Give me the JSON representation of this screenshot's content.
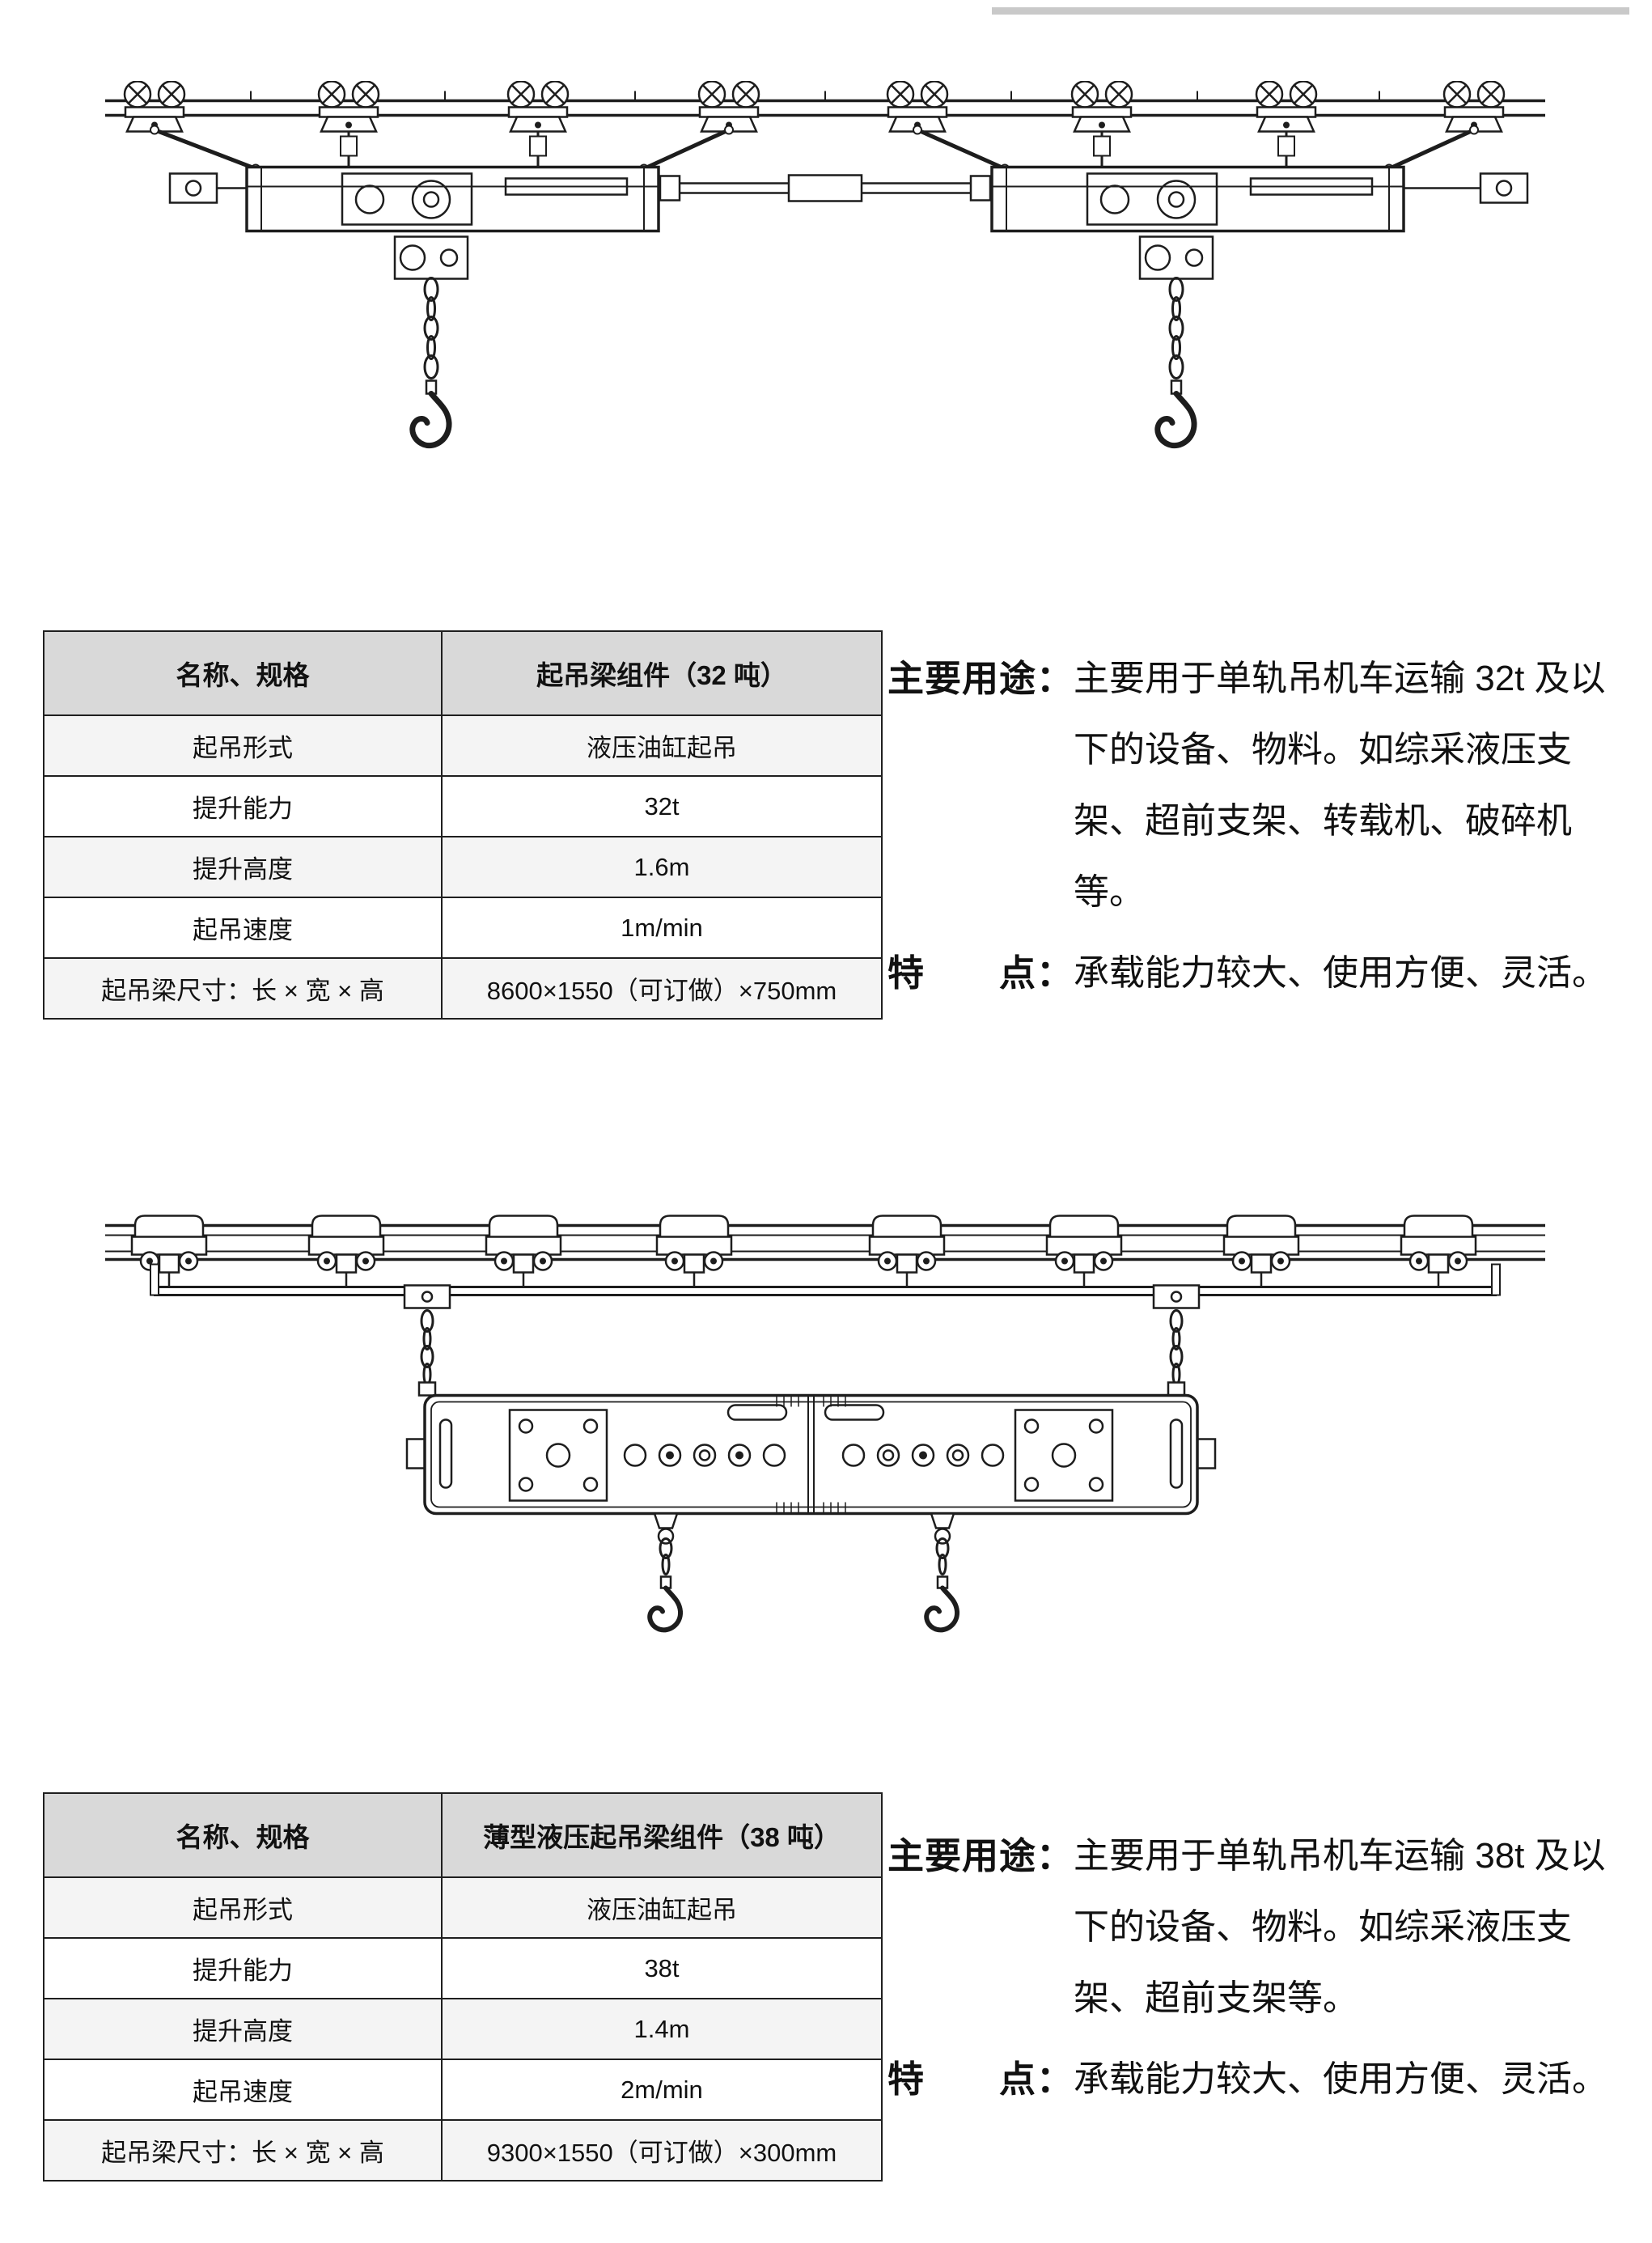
{
  "colors": {
    "table_header_bg": "#d9d9d9",
    "row_alt_bg": "#f4f4f4",
    "table_border": "#1f1f1f",
    "text": "#111111",
    "top_rule": "#c9c9c9",
    "line_art": "#1d1d1d"
  },
  "table32": {
    "header": [
      "名称、规格",
      "起吊梁组件（32 吨）"
    ],
    "rows": [
      {
        "label": "起吊形式",
        "value": "液压油缸起吊"
      },
      {
        "label": "提升能力",
        "value": "32t"
      },
      {
        "label": "提升高度",
        "value": "1.6m"
      },
      {
        "label": "起吊速度",
        "value": "1m/min"
      },
      {
        "label": "起吊梁尺寸：长 × 宽 × 高",
        "value": "8600×1550（可订做）×750mm"
      }
    ]
  },
  "desc32": {
    "usage_label": "主要用途：",
    "usage_text": "主要用于单轨吊机车运输 32t 及以下的设备、物料。如综采液压支架、超前支架、转载机、破碎机等。",
    "feature_label": "特　　点：",
    "feature_text": "承载能力较大、使用方便、灵活。"
  },
  "table38": {
    "header": [
      "名称、规格",
      "薄型液压起吊梁组件（38 吨）"
    ],
    "rows": [
      {
        "label": "起吊形式",
        "value": "液压油缸起吊"
      },
      {
        "label": "提升能力",
        "value": "38t"
      },
      {
        "label": "提升高度",
        "value": "1.4m"
      },
      {
        "label": "起吊速度",
        "value": "2m/min"
      },
      {
        "label": "起吊梁尺寸：长 × 宽 × 高",
        "value": "9300×1550（可订做）×300mm"
      }
    ]
  },
  "desc38": {
    "usage_label": "主要用途：",
    "usage_text": "主要用于单轨吊机车运输 38t 及以下的设备、物料。如综采液压支架、超前支架等。",
    "feature_label": "特　　点：",
    "feature_text": "承载能力较大、使用方便、灵活。"
  }
}
